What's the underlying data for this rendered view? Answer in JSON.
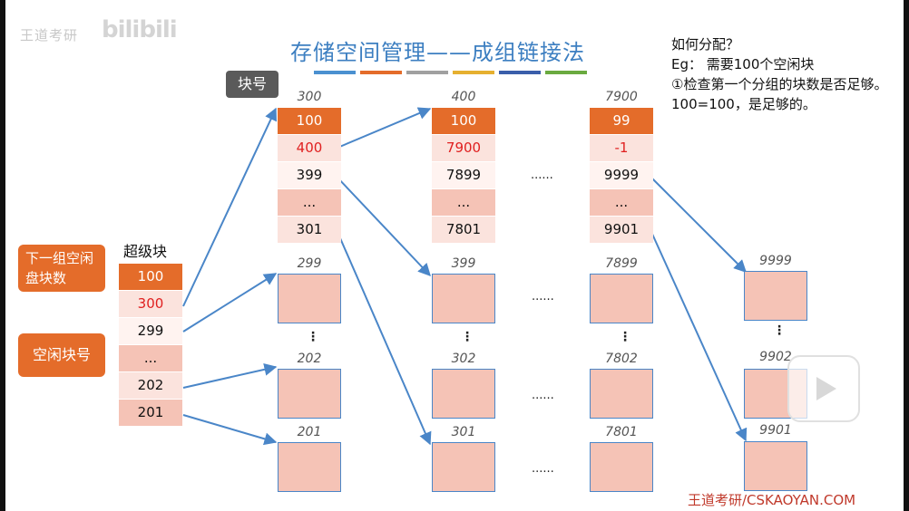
{
  "watermark": {
    "left_text": "王道考研",
    "logo_text": "bilibili"
  },
  "title": "存储空间管理——成组链接法",
  "color_bars": [
    "#4a90d0",
    "#e46c2a",
    "#a0a0a0",
    "#e6b030",
    "#3a5eaa",
    "#6aaa40"
  ],
  "note": {
    "line1": "如何分配？",
    "line2": "Eg： 需要100个空闲块",
    "line3": "①检查第一个分组的块数是否足够。100=100，是足够的。"
  },
  "callouts": {
    "block_number": "块号",
    "next_group_count": "下一组空闲盘块数",
    "free_block_number": "空闲块号"
  },
  "superblock": {
    "label": "超级块",
    "cells": [
      "100",
      "300",
      "299",
      "...",
      "202",
      "201"
    ]
  },
  "groups": [
    {
      "header": "300",
      "cells": [
        "100",
        "400",
        "399",
        "...",
        "301"
      ]
    },
    {
      "header": "400",
      "cells": [
        "100",
        "7900",
        "7899",
        "...",
        "7801"
      ]
    },
    {
      "header": "7900",
      "cells": [
        "99",
        "-1",
        "9999",
        "...",
        "9901"
      ]
    }
  ],
  "between_dots": "......",
  "free_blocks": {
    "col1": [
      "299",
      "202",
      "201"
    ],
    "col2": [
      "399",
      "302",
      "301"
    ],
    "col3": [
      "7899",
      "7802",
      "7801"
    ],
    "col4": [
      "9999",
      "9902",
      "9901"
    ]
  },
  "vdots": "⋮",
  "colors": {
    "orange": "#e46c2a",
    "pink": "#f5c3b6",
    "light": "#fbe3dd",
    "red_text": "#e02020",
    "arrow": "#4a86c8"
  },
  "footer": "王道考研/CSKAOYAN.COM"
}
